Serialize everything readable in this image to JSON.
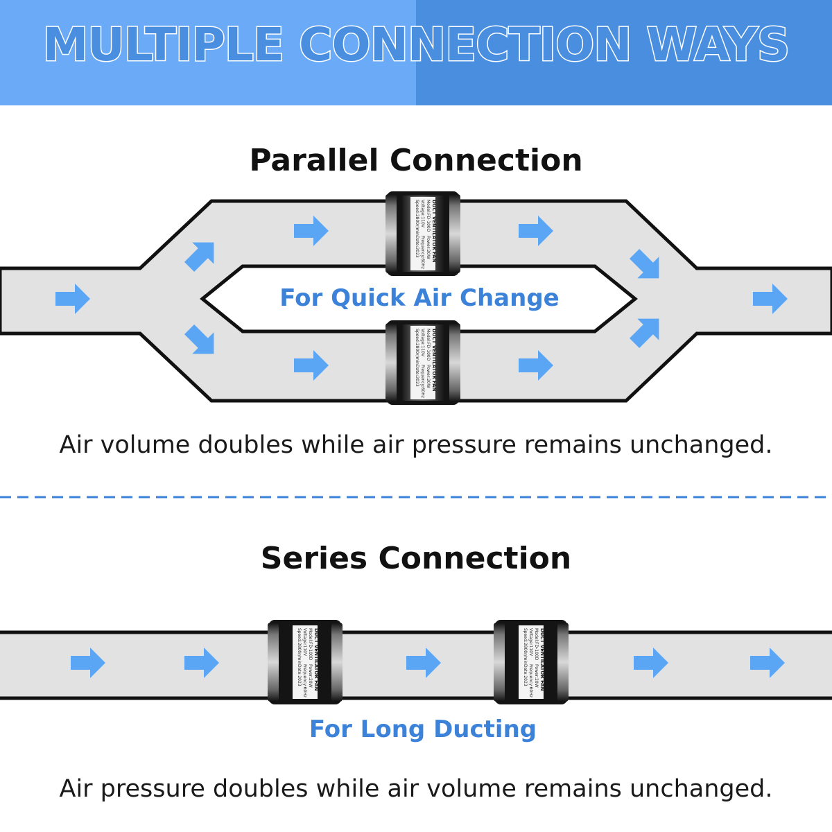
{
  "header": {
    "title": "MULTIPLE CONNECTION WAYS",
    "colors": {
      "left": "#6aaaf6",
      "right": "#4a8ee0",
      "text": "#ffffff"
    }
  },
  "parallel": {
    "title": "Parallel Connection",
    "tagline": "For Quick Air Change",
    "description": "Air volume doubles while air pressure remains unchanged."
  },
  "series": {
    "title": "Series Connection",
    "tagline": "For Long Ducting",
    "description": "Air pressure doubles while air volume remains unchanged."
  },
  "fan": {
    "label_lines": [
      "DUCT VENTILATOR FAN",
      "Model:FD-100D",
      "Voltage:110V",
      "Power:20W",
      "Frequency:60Hz",
      "Speed:2800r/min",
      "Date:2023"
    ]
  },
  "colors": {
    "arrow": "#5aa6f4",
    "duct_fill": "#e2e2e2",
    "duct_stroke": "#111111",
    "divider": "#3c82d8",
    "tagline": "#3c82d8"
  },
  "icons": {
    "flow_arrow": "arrow-right-icon",
    "fan": "fan-icon"
  }
}
